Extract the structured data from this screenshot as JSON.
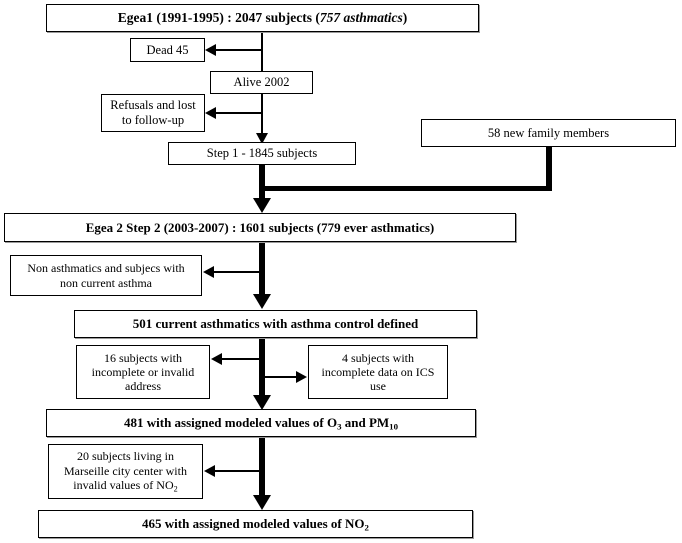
{
  "figure": {
    "type": "flowchart",
    "title": "EGEA study participant flow diagram",
    "orientation": "top-to-bottom"
  },
  "nodes": {
    "egea1": {
      "label_prefix": "Egea1 (1991-1995) :  2047 subjects (",
      "label_italic": "757 asthmatics",
      "label_suffix": ")",
      "full_label": "Egea1 (1991-1995) :  2047 subjects (757 asthmatics)",
      "style": "bold"
    },
    "dead": {
      "label": "Dead   45",
      "count": 45
    },
    "alive2002": {
      "label": "Alive 2002"
    },
    "refusals": {
      "line1": "Refusals and lost",
      "line2": "to follow-up"
    },
    "step1": {
      "label": "Step 1 - 1845 subjects",
      "count": 1845
    },
    "new_family": {
      "label": "58 new family members",
      "count": 58
    },
    "egea2": {
      "label": "Egea 2  Step 2 (2003-2007) : 1601 subjects (779 ever asthmatics)",
      "style": "bold",
      "count": 1601,
      "ever_asthmatics": 779
    },
    "non_asthmatics": {
      "line1": "Non asthmatics and subjecs with",
      "line2": "non current asthma"
    },
    "current_asthmatics": {
      "label": "501 current asthmatics with asthma control defined",
      "style": "bold",
      "count": 501
    },
    "incomplete_address": {
      "line1": "16 subjects with",
      "line2": "incomplete or invalid",
      "line3": "address",
      "count": 16
    },
    "incomplete_ics": {
      "line1": "4 subjects with",
      "line2": "incomplete data on ICS",
      "line3": "use",
      "count": 4
    },
    "o3_pm10": {
      "prefix": "481 with assigned modeled values of O",
      "sub1": "3",
      "middle": " and PM",
      "sub2": "10",
      "full_label": "481 with assigned modeled values of O3 and PM10",
      "style": "bold",
      "count": 481
    },
    "marseille": {
      "line1": "20 subjects living in",
      "line2": "Marseille city center with",
      "line3_prefix": "invalid values of NO",
      "line3_sub": "2",
      "count": 20
    },
    "no2": {
      "prefix": "465 with assigned modeled values of NO",
      "sub": "2",
      "full_label": "465 with assigned modeled values of NO2",
      "style": "bold",
      "count": 465
    }
  },
  "colors": {
    "line": "#000000",
    "box_border": "#000000",
    "background": "#ffffff"
  }
}
